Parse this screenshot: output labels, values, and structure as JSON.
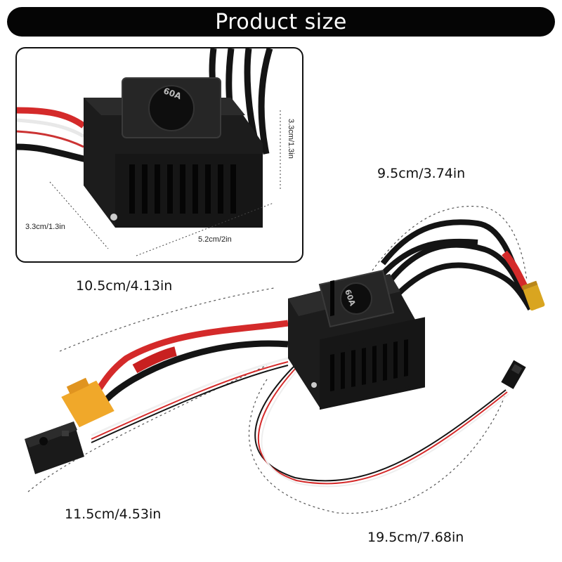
{
  "banner": {
    "title": "Product size"
  },
  "detail": {
    "height_label": "3.3cm/1.3in",
    "width_label": "3.3cm/1.3in",
    "length_label": "5.2cm/2in",
    "badge": "60A"
  },
  "dimensions": {
    "motor_wires": "9.5cm/3.74in",
    "battery_wires": "10.5cm/4.13in",
    "switch_wire": "11.5cm/4.53in",
    "signal_wire": "19.5cm/7.68in"
  },
  "main_badge": "60A",
  "colors": {
    "banner": "#050505",
    "wire_red": "#d42a2a",
    "wire_black": "#141414",
    "xt60": "#f0a82a",
    "gold": "#d9a520",
    "body": "#1c1c1c"
  }
}
